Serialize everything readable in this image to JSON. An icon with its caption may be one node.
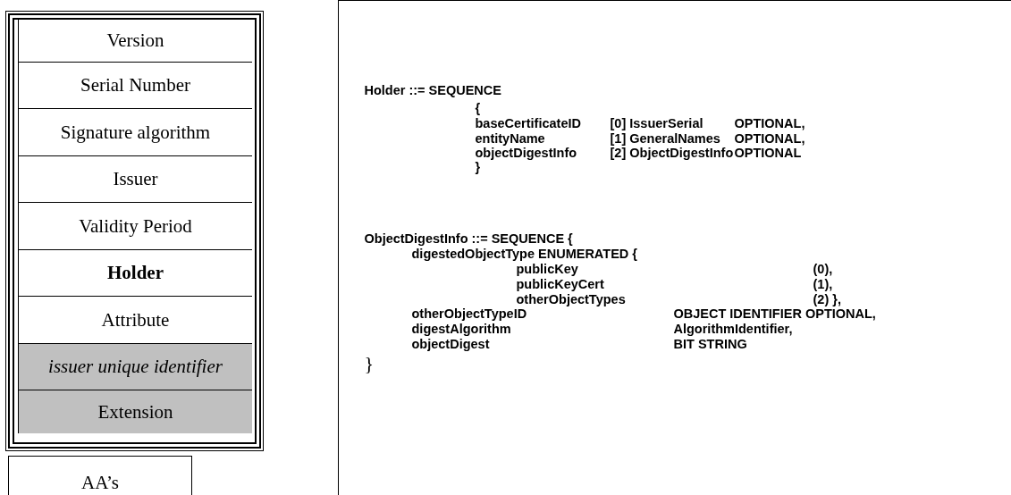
{
  "diagram": {
    "nodes": [
      {
        "text": [],
        "shape": "box"
      },
      {
        "text": [
          "Version"
        ],
        "in": 0
      },
      {
        "text": [
          "Serial Number"
        ],
        "in": 0
      },
      {
        "text": [
          "Signature algorithm"
        ],
        "in": 0
      },
      {
        "text": [
          "Issuer"
        ],
        "in": 0
      },
      {
        "text": [
          "Validity Period"
        ],
        "in": 0
      },
      {
        "text": [
          "Holder"
        ],
        "in": 0
      },
      {
        "text": [
          "Attribute"
        ],
        "in": 0
      },
      {
        "text": [
          "issuer unique identifier"
        ],
        "in": 0
      },
      {
        "text": [
          "Extension"
        ],
        "in": 0
      },
      {
        "text": [
          "AA’s"
        ]
      },
      {
        "text": [],
        "shape": "box"
      }
    ],
    "edges": [],
    "labels": [
      "Holder ::= SEQUENCE",
      "{",
      "baseCertificateID",
      "[0] IssuerSerial",
      "OPTIONAL,",
      "entityName",
      "[1] GeneralNames",
      "OPTIONAL,",
      "objectDigestInfo",
      "[2] ObjectDigestInfo",
      "OPTIONAL",
      "}",
      "ObjectDigestInfo ::= SEQUENCE {",
      "digestedObjectType ENUMERATED {",
      "publicKey",
      "(0),",
      "publicKeyCert",
      "(1),",
      "otherObjectTypes",
      "(2) },",
      "otherObjectTypeID",
      "OBJECT IDENTIFIER OPTIONAL,",
      "digestAlgorithm",
      "AlgorithmIdentifier,",
      "objectDigest",
      "BIT STRING",
      "}"
    ]
  }
}
